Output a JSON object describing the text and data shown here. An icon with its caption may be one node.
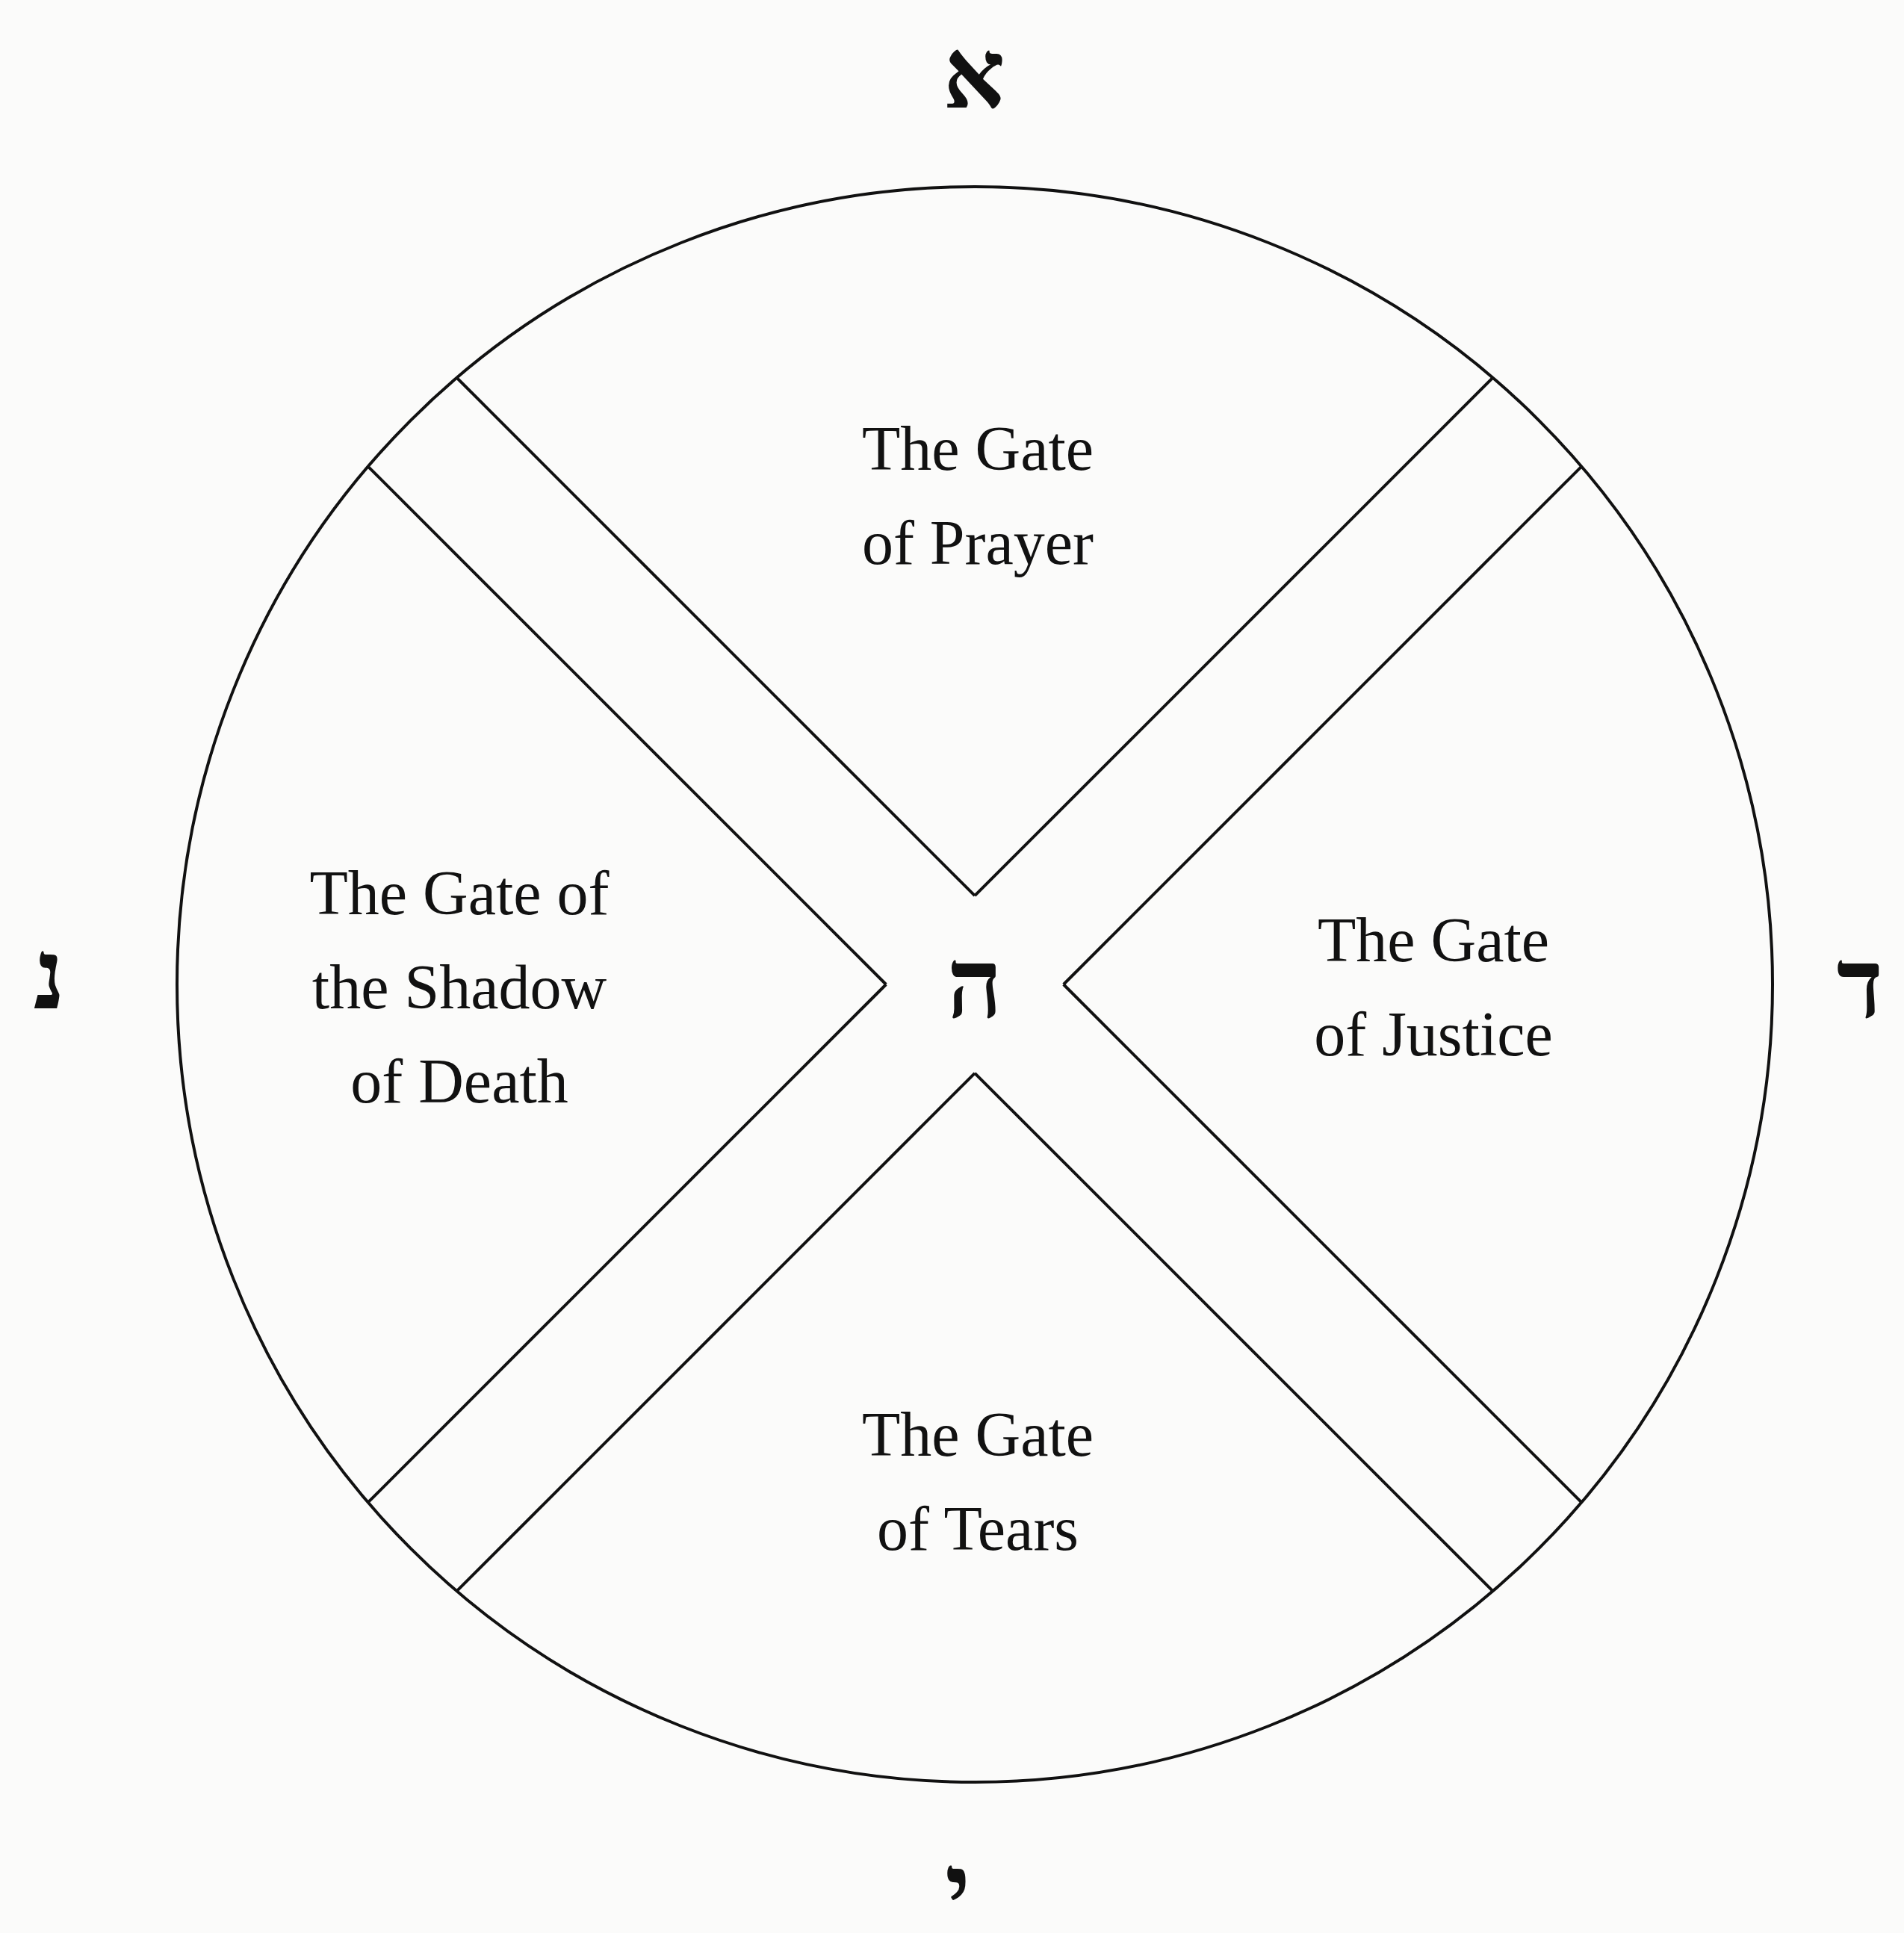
{
  "diagram": {
    "nodes": [
      {
        "text": [],
        "shape": "circle"
      },
      {
        "text": [
          "The Gate of Prayer"
        ],
        "in": 0
      },
      {
        "text": [
          "The Gate of the Shadow of Death"
        ],
        "in": 0
      },
      {
        "text": [
          "The Gate of Justice"
        ],
        "in": 0
      },
      {
        "text": [
          "The Gate of Tears"
        ],
        "in": 0
      }
    ],
    "labels": [
      "א",
      "נ",
      "ה",
      "ד",
      "י"
    ]
  }
}
